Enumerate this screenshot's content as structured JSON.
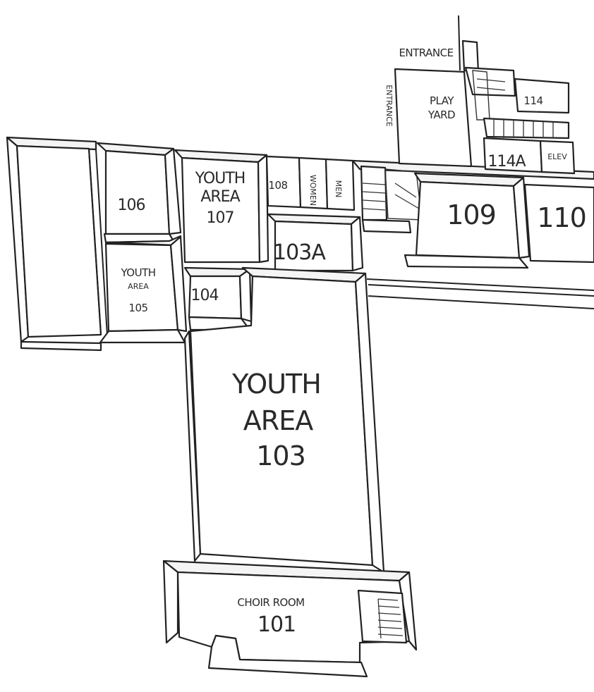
{
  "map": {
    "rooms": {
      "r106": "106",
      "r107_line1": "YOUTH",
      "r107_line2": "AREA",
      "r107_num": "107",
      "r108": "108",
      "women": "WOMEN",
      "men": "MEN",
      "r103a": "103A",
      "r105_line1": "YOUTH",
      "r105_line2": "AREA",
      "r105_num": "105",
      "r104": "104",
      "r103_line1": "YOUTH",
      "r103_line2": "AREA",
      "r103_num": "103",
      "r101_name": "CHOIR ROOM",
      "r101_num": "101",
      "r109": "109",
      "r110": "110",
      "r114": "114",
      "r114a": "114A",
      "elev": "ELEV",
      "play_line1": "PLAY",
      "play_line2": "YARD"
    },
    "entrances": {
      "top": "ENTRANCE",
      "side": "ENTRANCE"
    }
  }
}
